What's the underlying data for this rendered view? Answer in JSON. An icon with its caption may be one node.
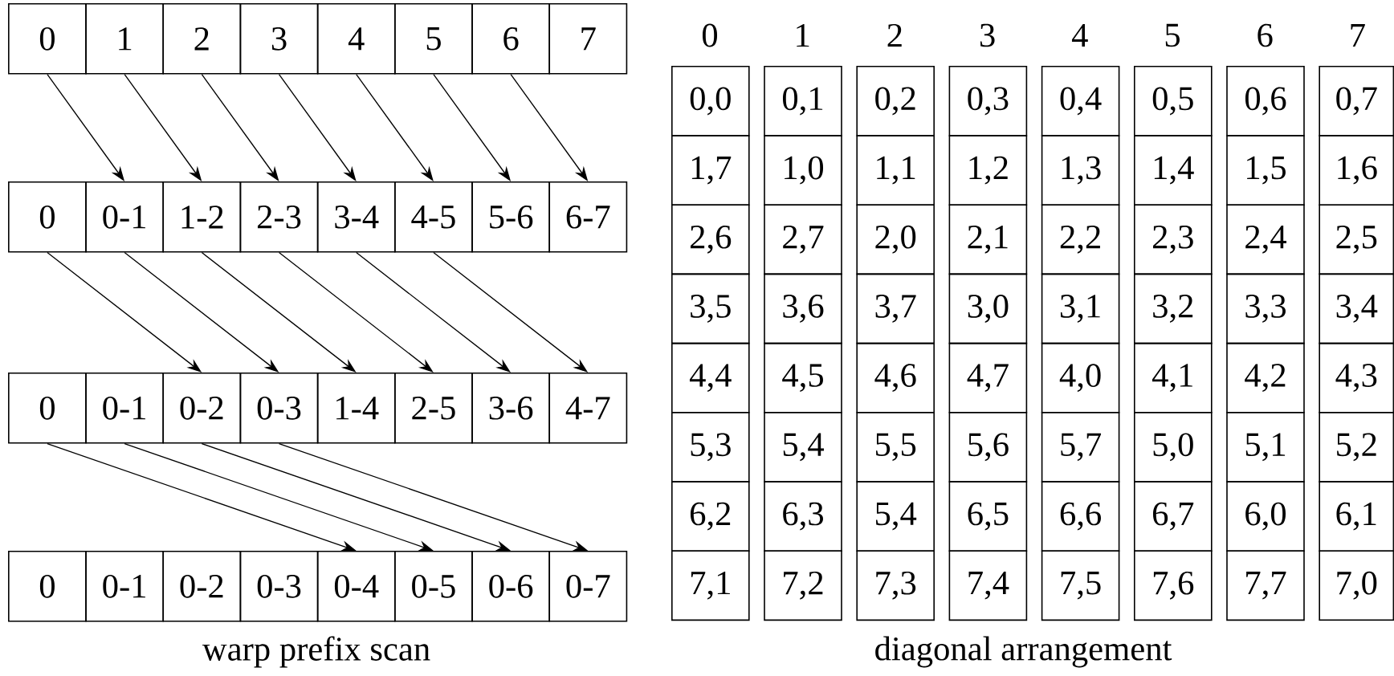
{
  "diagram": {
    "nodes": [
      {
        "text": [
          "0"
        ]
      },
      {
        "text": [
          "1"
        ]
      },
      {
        "text": [
          "2"
        ]
      },
      {
        "text": [
          "3"
        ]
      },
      {
        "text": [
          "4"
        ]
      },
      {
        "text": [
          "5"
        ]
      },
      {
        "text": [
          "6"
        ]
      },
      {
        "text": [
          "7"
        ]
      },
      {
        "text": [
          "0"
        ]
      },
      {
        "text": [
          "0-1"
        ]
      },
      {
        "text": [
          "1-2"
        ]
      },
      {
        "text": [
          "2-3"
        ]
      },
      {
        "text": [
          "3-4"
        ]
      },
      {
        "text": [
          "4-5"
        ]
      },
      {
        "text": [
          "5-6"
        ]
      },
      {
        "text": [
          "6-7"
        ]
      },
      {
        "text": [
          "0"
        ]
      },
      {
        "text": [
          "0-1"
        ]
      },
      {
        "text": [
          "0-2"
        ]
      },
      {
        "text": [
          "0-3"
        ]
      },
      {
        "text": [
          "1-4"
        ]
      },
      {
        "text": [
          "2-5"
        ]
      },
      {
        "text": [
          "3-6"
        ]
      },
      {
        "text": [
          "4-7"
        ]
      },
      {
        "text": [
          "0"
        ]
      },
      {
        "text": [
          "0-1"
        ]
      },
      {
        "text": [
          "0-2"
        ]
      },
      {
        "text": [
          "0-3"
        ]
      },
      {
        "text": [
          "0-4"
        ]
      },
      {
        "text": [
          "0-5"
        ]
      },
      {
        "text": [
          "0-6"
        ]
      },
      {
        "text": [
          "0-7"
        ]
      },
      {
        "text": [
          "0,0"
        ]
      },
      {
        "text": [
          "0,1"
        ]
      },
      {
        "text": [
          "0,2"
        ]
      },
      {
        "text": [
          "0,3"
        ]
      },
      {
        "text": [
          "0,4"
        ]
      },
      {
        "text": [
          "0,5"
        ]
      },
      {
        "text": [
          "0,6"
        ]
      },
      {
        "text": [
          "0,7"
        ]
      },
      {
        "text": [
          "1,7"
        ]
      },
      {
        "text": [
          "1,0"
        ]
      },
      {
        "text": [
          "1,1"
        ]
      },
      {
        "text": [
          "1,2"
        ]
      },
      {
        "text": [
          "1,3"
        ]
      },
      {
        "text": [
          "1,4"
        ]
      },
      {
        "text": [
          "1,5"
        ]
      },
      {
        "text": [
          "1,6"
        ]
      },
      {
        "text": [
          "2,6"
        ]
      },
      {
        "text": [
          "2,7"
        ]
      },
      {
        "text": [
          "2,0"
        ]
      },
      {
        "text": [
          "2,1"
        ]
      },
      {
        "text": [
          "2,2"
        ]
      },
      {
        "text": [
          "2,3"
        ]
      },
      {
        "text": [
          "2,4"
        ]
      },
      {
        "text": [
          "2,5"
        ]
      },
      {
        "text": [
          "3,5"
        ]
      },
      {
        "text": [
          "3,6"
        ]
      },
      {
        "text": [
          "3,7"
        ]
      },
      {
        "text": [
          "3,0"
        ]
      },
      {
        "text": [
          "3,1"
        ]
      },
      {
        "text": [
          "3,2"
        ]
      },
      {
        "text": [
          "3,3"
        ]
      },
      {
        "text": [
          "3,4"
        ]
      },
      {
        "text": [
          "4,4"
        ]
      },
      {
        "text": [
          "4,5"
        ]
      },
      {
        "text": [
          "4,6"
        ]
      },
      {
        "text": [
          "4,7"
        ]
      },
      {
        "text": [
          "4,0"
        ]
      },
      {
        "text": [
          "4,1"
        ]
      },
      {
        "text": [
          "4,2"
        ]
      },
      {
        "text": [
          "4,3"
        ]
      },
      {
        "text": [
          "5,3"
        ]
      },
      {
        "text": [
          "5,4"
        ]
      },
      {
        "text": [
          "5,5"
        ]
      },
      {
        "text": [
          "5,6"
        ]
      },
      {
        "text": [
          "5,7"
        ]
      },
      {
        "text": [
          "5,0"
        ]
      },
      {
        "text": [
          "5,1"
        ]
      },
      {
        "text": [
          "5,2"
        ]
      },
      {
        "text": [
          "6,2"
        ]
      },
      {
        "text": [
          "6,3"
        ]
      },
      {
        "text": [
          "5,4"
        ]
      },
      {
        "text": [
          "6,5"
        ]
      },
      {
        "text": [
          "6,6"
        ]
      },
      {
        "text": [
          "6,7"
        ]
      },
      {
        "text": [
          "6,0"
        ]
      },
      {
        "text": [
          "6,1"
        ]
      },
      {
        "text": [
          "7,1"
        ]
      },
      {
        "text": [
          "7,2"
        ]
      },
      {
        "text": [
          "7,3"
        ]
      },
      {
        "text": [
          "7,4"
        ]
      },
      {
        "text": [
          "7,5"
        ]
      },
      {
        "text": [
          "7,6"
        ]
      },
      {
        "text": [
          "7,7"
        ]
      },
      {
        "text": [
          "7,0"
        ]
      }
    ],
    "edges": [
      {
        "from": 0,
        "to": 9,
        "arrow": "to"
      },
      {
        "from": 1,
        "to": 10,
        "arrow": "to"
      },
      {
        "from": 2,
        "to": 11,
        "arrow": "to"
      },
      {
        "from": 3,
        "to": 12,
        "arrow": "to"
      },
      {
        "from": 4,
        "to": 13,
        "arrow": "to"
      },
      {
        "from": 5,
        "to": 14,
        "arrow": "to"
      },
      {
        "from": 6,
        "to": 15,
        "arrow": "to"
      },
      {
        "from": 8,
        "to": 18,
        "arrow": "to"
      },
      {
        "from": 9,
        "to": 19,
        "arrow": "to"
      },
      {
        "from": 10,
        "to": 20,
        "arrow": "to"
      },
      {
        "from": 11,
        "to": 21,
        "arrow": "to"
      },
      {
        "from": 12,
        "to": 22,
        "arrow": "to"
      },
      {
        "from": 13,
        "to": 23,
        "arrow": "to"
      },
      {
        "from": 16,
        "to": 28,
        "arrow": "to"
      },
      {
        "from": 17,
        "to": 29,
        "arrow": "to"
      },
      {
        "from": 18,
        "to": 30,
        "arrow": "to"
      },
      {
        "from": 19,
        "to": 31,
        "arrow": "to"
      }
    ],
    "labels": [
      "0",
      "1",
      "2",
      "3",
      "4",
      "5",
      "6",
      "7",
      "warp prefix scan",
      "diagonal arrangement"
    ]
  }
}
